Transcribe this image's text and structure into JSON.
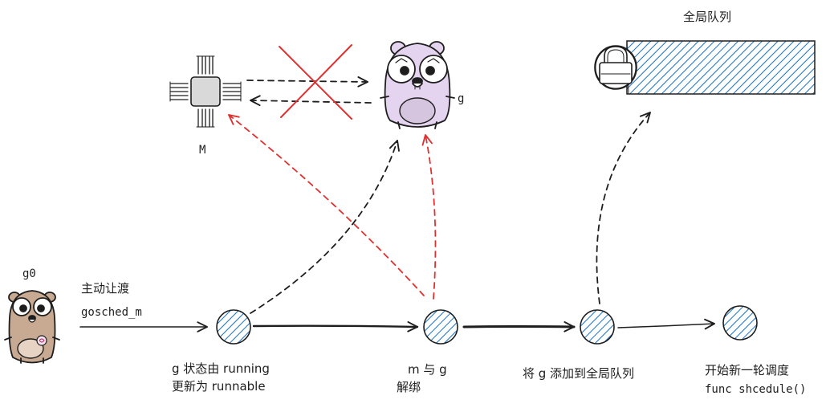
{
  "labels": {
    "global_queue": "全局队列",
    "m": "M",
    "g": "g",
    "g0": "g0",
    "voluntary_yield": "主动让渡",
    "gosched": "gosched_m",
    "step1_line1": "g 状态由 running",
    "step1_line2": "更新为 runnable",
    "step2_line1": "m 与 g",
    "step2_line2": "解绑",
    "step3": "将 g 添加到全局队列",
    "step4_line1": "开始新一轮调度",
    "step4_line2": "func shcedule()"
  },
  "colors": {
    "stroke": "#1e1e1e",
    "red": "#e03131",
    "blue": "#1971c2",
    "gopher_purple": "#e5d4f0",
    "gopher_brown": "#c8a991",
    "chip": "#d9d9d9"
  }
}
